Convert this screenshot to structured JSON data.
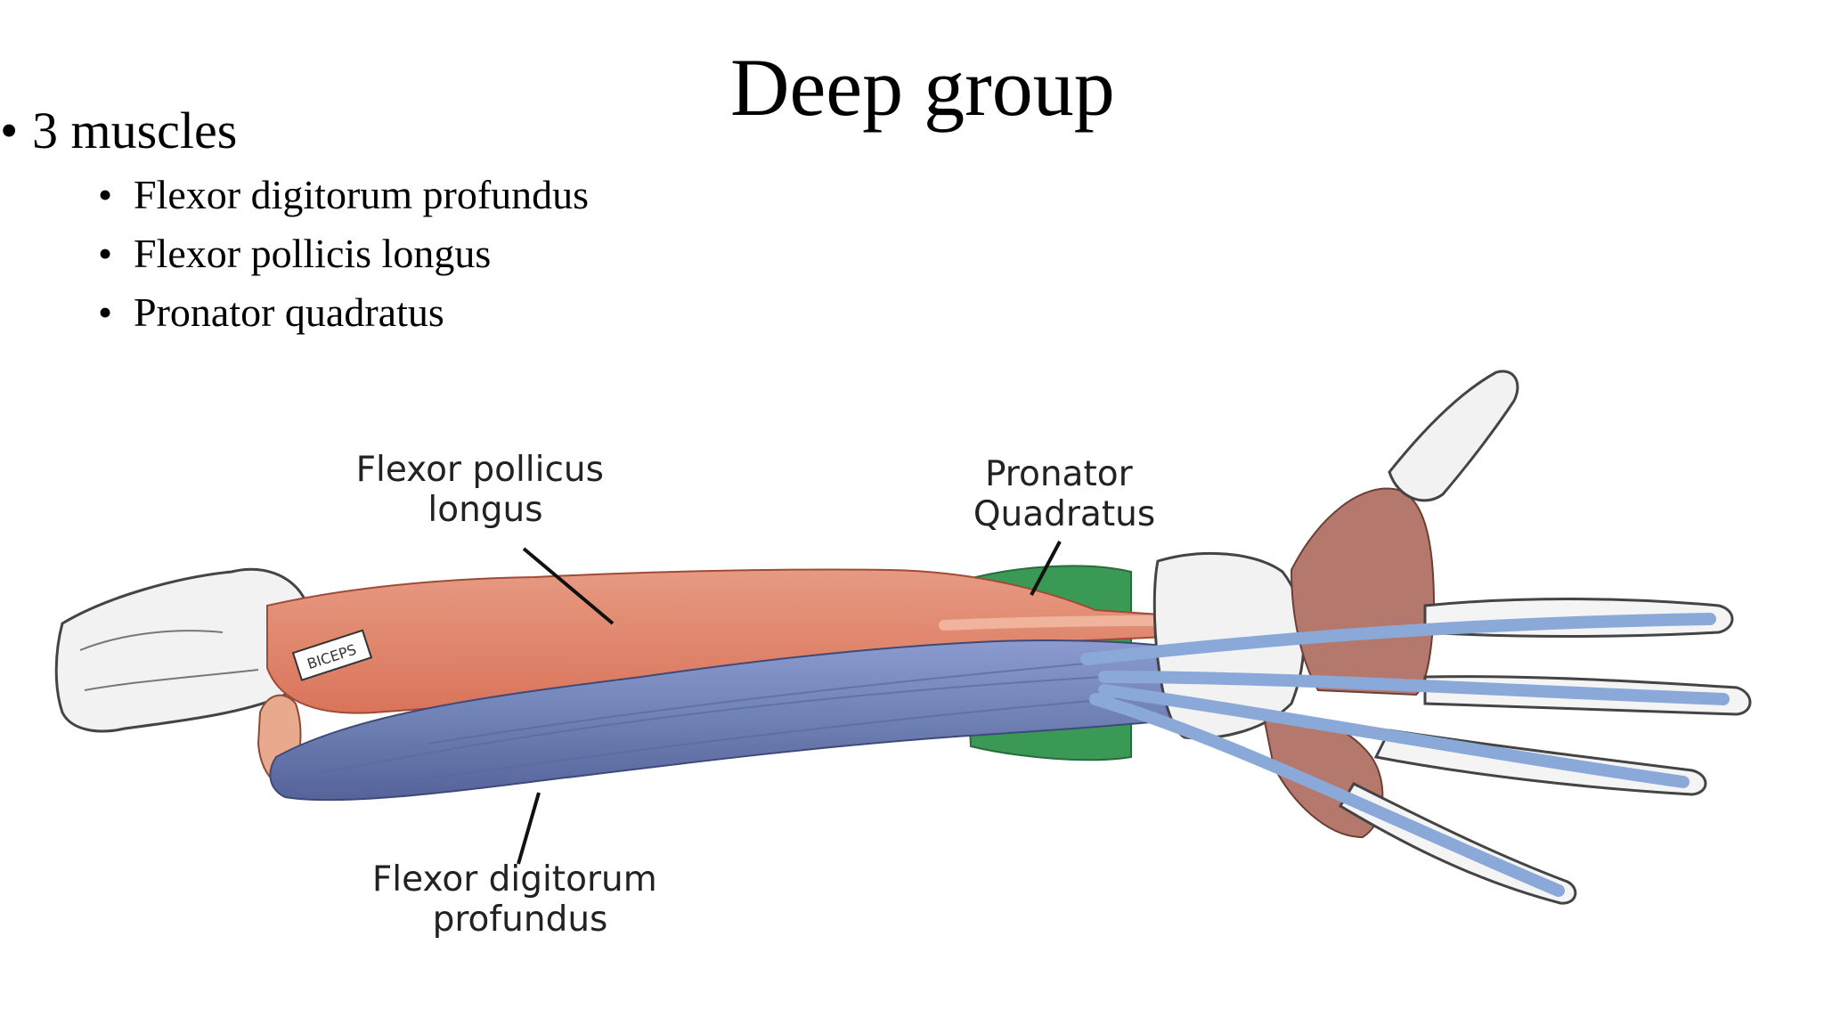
{
  "slide": {
    "title": "Deep group",
    "bullets": [
      {
        "text": "3 muscles",
        "children": [
          "Flexor digitorum profundus",
          "Flexor pollicis longus",
          "Pronator quadratus"
        ]
      }
    ]
  },
  "figure": {
    "labels": {
      "flexor_pollicus_longus": [
        "Flexor pollicus",
        "longus"
      ],
      "pronator_quadratus": [
        "Pronator",
        "Quadratus"
      ],
      "flexor_digitorum_profundus": [
        "Flexor digitorum",
        "profundus"
      ],
      "biceps_tag": "BICEPS"
    },
    "colors": {
      "flexor_digitorum_profundus": "#6f80b4",
      "flexor_pollicis_longus": "#e0826a",
      "pronator_quadratus": "#3a9a55",
      "tendons": "#8aa8d8",
      "bone": "#f2f2f2",
      "hand_muscle": "#b5786c"
    }
  }
}
